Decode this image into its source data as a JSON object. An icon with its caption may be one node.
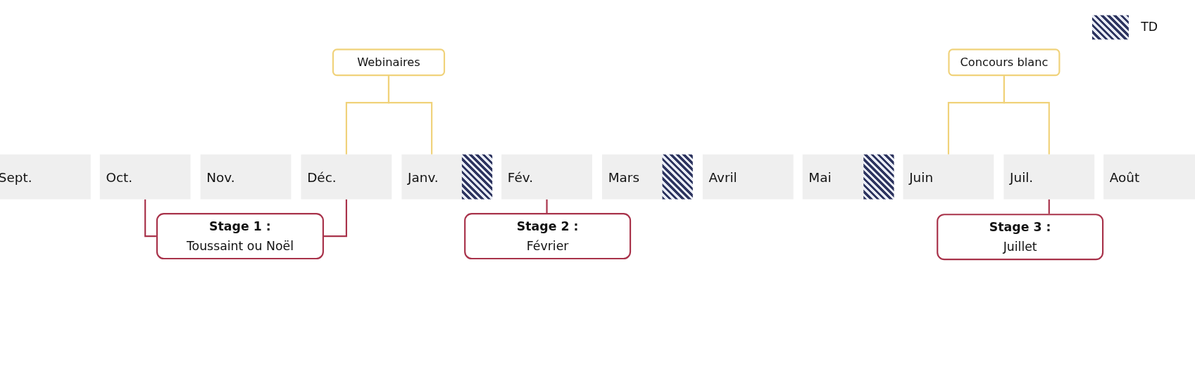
{
  "diagram": {
    "nodes": [
      {
        "text": [
          "Webinaires"
        ]
      },
      {
        "text": [
          "Concours blanc"
        ]
      },
      {
        "text": [
          "Sept."
        ]
      },
      {
        "text": [
          "Oct."
        ]
      },
      {
        "text": [
          "Nov."
        ]
      },
      {
        "text": [
          "Déc."
        ]
      },
      {
        "text": [
          "Janv."
        ]
      },
      {
        "text": [],
        "shape": "box"
      },
      {
        "text": [
          "Fév."
        ]
      },
      {
        "text": [
          "Mars"
        ]
      },
      {
        "text": [],
        "shape": "box"
      },
      {
        "text": [
          "Avril"
        ]
      },
      {
        "text": [
          "Mai"
        ]
      },
      {
        "text": [],
        "shape": "box"
      },
      {
        "text": [
          "Juin"
        ]
      },
      {
        "text": [
          "Juil."
        ]
      },
      {
        "text": [
          "Août"
        ]
      },
      {
        "text": [
          "Stage 1 :",
          "Toussaint ou Noël"
        ]
      },
      {
        "text": [
          "Stage 2 :",
          "Février"
        ]
      },
      {
        "text": [
          "Stage 3 :",
          "Juillet"
        ]
      }
    ],
    "edges": [
      {
        "from": 0,
        "to": 5,
        "arrow": "none",
        "color": "#f0d27a"
      },
      {
        "from": 0,
        "to": 6,
        "arrow": "none",
        "color": "#f0d27a"
      },
      {
        "from": 1,
        "to": 14,
        "arrow": "none",
        "color": "#f0d27a"
      },
      {
        "from": 1,
        "to": 15,
        "arrow": "none",
        "color": "#f0d27a"
      },
      {
        "from": 17,
        "to": 3,
        "arrow": "none",
        "color": "#a8324a"
      },
      {
        "from": 17,
        "to": 5,
        "arrow": "none",
        "color": "#a8324a"
      },
      {
        "from": 18,
        "to": 8,
        "arrow": "none",
        "color": "#a8324a"
      },
      {
        "from": 19,
        "to": 15,
        "arrow": "none",
        "color": "#a8324a"
      }
    ],
    "legend": [
      {
        "text": "TD"
      }
    ]
  }
}
